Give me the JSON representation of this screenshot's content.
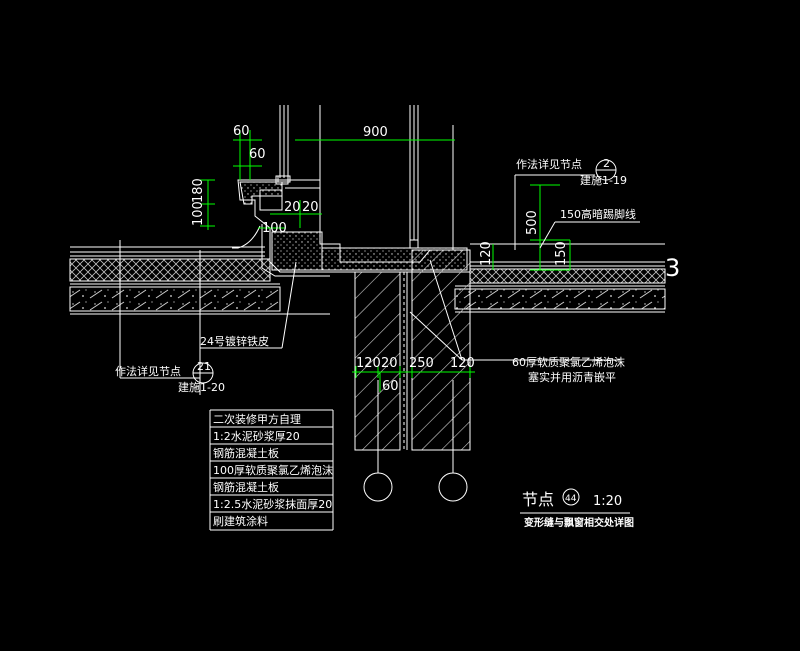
{
  "colors": {
    "background": "#000000",
    "line": "#ffffff",
    "dimension": "#00ff00",
    "hatch": "#c8c8c8"
  },
  "dimensions": {
    "d60a": "60",
    "d60b": "60",
    "d100": "100",
    "d180": "180",
    "d900": "900",
    "d20a": "20",
    "d20b": "20",
    "d100b": "100",
    "d500": "500",
    "d150": "150",
    "d120": "120",
    "b120a": "120",
    "b20": "20",
    "b250": "250",
    "b120b": "120",
    "b60": "60"
  },
  "notes": {
    "ref_top": "作法详见节点",
    "ref_top_num": "2",
    "ref_top_sheet": "建施1-19",
    "skirting": "150高暗踢脚线",
    "section_mark": "3",
    "sheet_24": "24号镀锌铁皮",
    "ref_left": "作法详见节点",
    "ref_left_num": "21",
    "ref_left_sheet": "建施1-20",
    "foam_line1": "60厚软质聚氯乙烯泡沫",
    "foam_line2": "塞实并用沥青嵌平"
  },
  "legend": [
    "二次装修甲方自理",
    "1:2水泥砂浆厚20",
    "钢筋混凝土板",
    "100厚软质聚氯乙烯泡沫",
    "钢筋混凝土板",
    "1:2.5水泥砂浆抹面厚20",
    "刷建筑涂料"
  ],
  "title": {
    "label": "节点",
    "num": "44",
    "scale": "1:20",
    "subtitle": "变形缝与飘窗相交处详图"
  }
}
